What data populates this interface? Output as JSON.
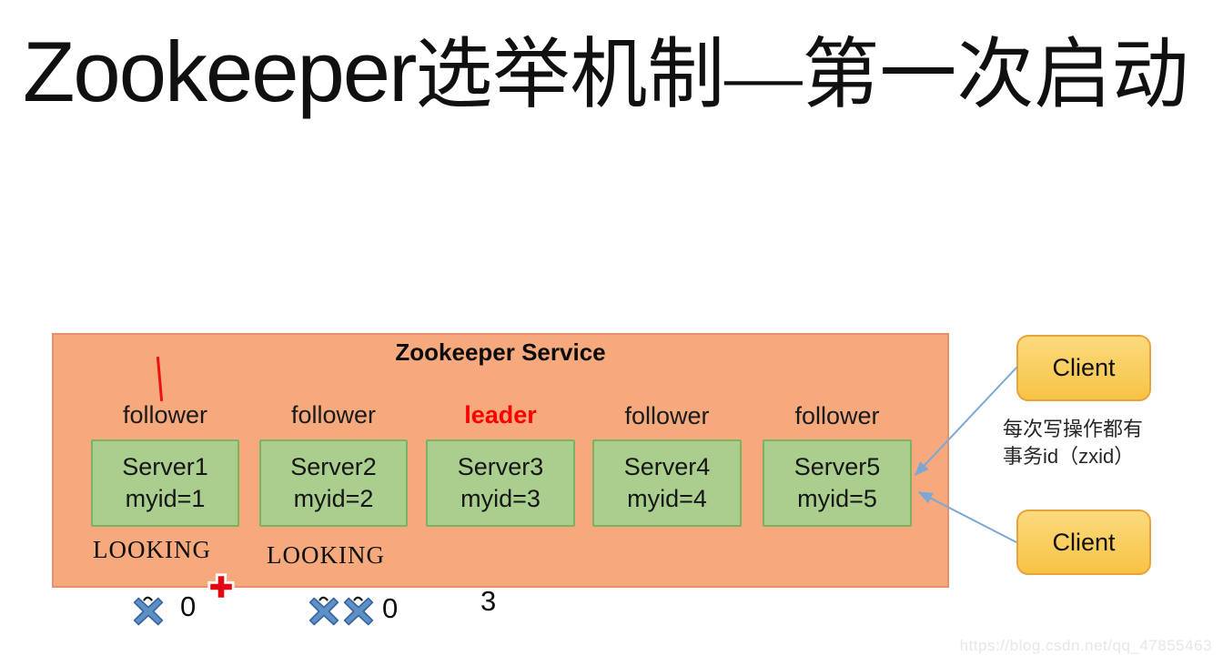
{
  "title": {
    "latin": "Zookeeper",
    "cjk": "选举机制—第一次启动"
  },
  "service": {
    "title": "Zookeeper Service",
    "servers": [
      {
        "role": "follower",
        "name": "Server1",
        "myid": "myid=1",
        "state": "LOOKING"
      },
      {
        "role": "follower",
        "name": "Server2",
        "myid": "myid=2",
        "state": "LOOKING"
      },
      {
        "role": "leader",
        "name": "Server3",
        "myid": "myid=3",
        "state": ""
      },
      {
        "role": "follower",
        "name": "Server4",
        "myid": "myid=4",
        "state": ""
      },
      {
        "role": "follower",
        "name": "Server5",
        "myid": "myid=5",
        "state": ""
      }
    ]
  },
  "vote_row": {
    "group1": {
      "cross_icons": 1,
      "count": "0"
    },
    "group2": {
      "cross_icons": 2,
      "count": "0"
    },
    "group3": {
      "cross_icons": 0,
      "count": "3"
    }
  },
  "clients": {
    "top_label": "Client",
    "bottom_label": "Client",
    "note_line1": "每次写操作都有",
    "note_line2": "事务id（zxid）"
  },
  "icons": {
    "vote_cross": "blue-x-cross",
    "pointer_plus": "red-plus-cursor",
    "annotation": "red-vertical-stroke"
  },
  "watermark": "https://blog.csdn.net/qq_47855463",
  "colors": {
    "salmon_bg": "#f5a97d",
    "salmon_border": "#e5926a",
    "green_fill": "#a9ce8e",
    "green_border": "#7fb163",
    "client_fill_top": "#fcda7d",
    "client_fill_bottom": "#f7c345",
    "client_border": "#e8a43c",
    "arrow_blue": "#7aa7d6",
    "leader_red": "#ff0000",
    "line_red": "#ee1111",
    "x_blue": "#5e90c8",
    "x_blue_dark": "#3a69a0",
    "plus_red": "#e30613",
    "watermark_gray": "#e7e7e7"
  }
}
